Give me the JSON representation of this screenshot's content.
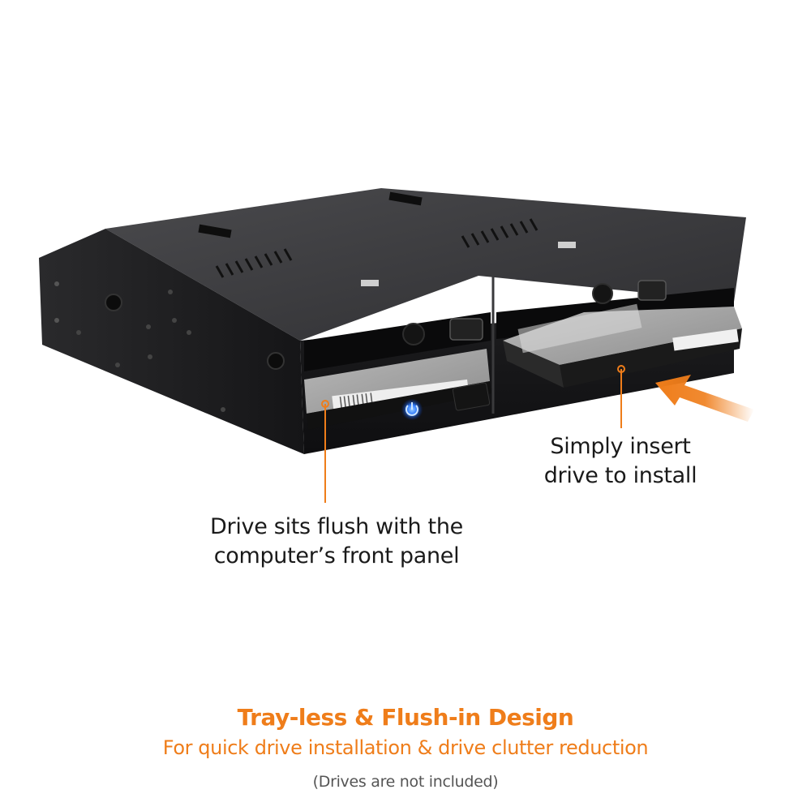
{
  "image": {
    "subject": "dual 2.5-inch drive mobile rack enclosure (5.25 bay) with one drive inserted and one sliding in",
    "background_color": "#ffffff"
  },
  "callouts": {
    "left": {
      "line1": "Drive sits flush with the",
      "line2": "computer’s front panel"
    },
    "right": {
      "line1": "Simply insert",
      "line2": "drive to install"
    }
  },
  "caption": {
    "title": "Tray-less & Flush-in Design",
    "subtitle": "For quick drive installation & drive clutter reduction",
    "note": "(Drives are not included)"
  },
  "colors": {
    "accent_orange": "#ef7d1a",
    "callout_text": "#1a1a1a",
    "note_text": "#555555",
    "enclosure_black": "#1c1c1e",
    "power_led_blue": "#2f7bff"
  },
  "icons": {
    "power_button": "power-icon",
    "eject_button": "eject-icon",
    "insert_arrow": "arrow-icon"
  }
}
